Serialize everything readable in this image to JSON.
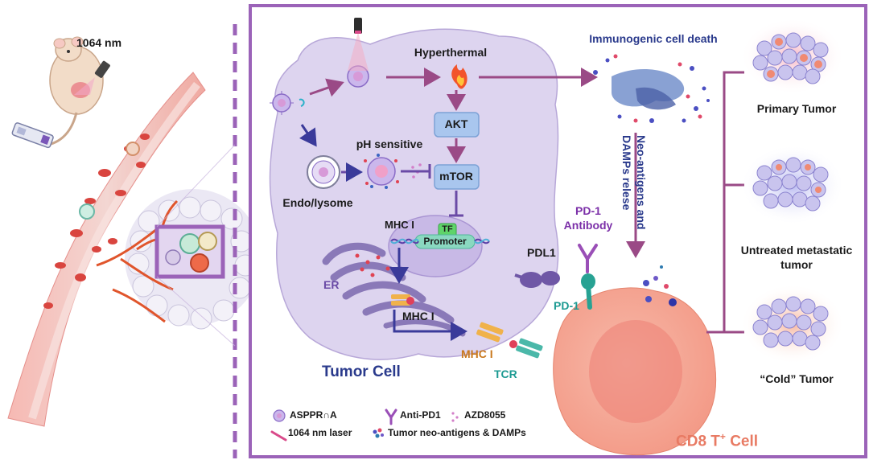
{
  "laser_wavelength": "1064 nm",
  "labels": {
    "hyperthermal": "Hyperthermal",
    "akt": "AKT",
    "ph_sensitive": "pH sensitive",
    "mtor": "mTOR",
    "endo_lysome": "Endo/lysome",
    "mhc1_nucleus": "MHC I",
    "tf": "TF",
    "promoter": "Promoter",
    "er": "ER",
    "mhc1_er": "MHC I",
    "mhc1_synapse": "MHC I",
    "tumor_cell": "Tumor Cell",
    "pdl1": "PDL1",
    "pd1_antibody_line1": "PD-1",
    "pd1_antibody_line2": "Antibody",
    "pd1": "PD-1",
    "tcr": "TCR",
    "icd": "Immunogenic cell death",
    "neo_line1": "Neo-antigens and",
    "neo_line2": "DAMPs relese",
    "cd8_main": "CD8 T",
    "cd8_sup": "+",
    "cd8_tail": " Cell",
    "primary_tumor": "Primary Tumor",
    "untreated_line1": "Untreated metastatic",
    "untreated_line2": "tumor",
    "cold_tumor": "“Cold” Tumor"
  },
  "legend": {
    "asppr": "ASPPR∩A",
    "anti_pd1": "Anti-PD1",
    "azd": "AZD8055",
    "laser": "1064 nm laser",
    "neo": "Tumor neo-antigens & DAMPs"
  },
  "colors": {
    "frame": "#9b63b8",
    "arrow": "#9a4a86",
    "cell_fill": "#ddd4ef",
    "tcell": "#f2a08e",
    "title_navy": "#2a3a8c",
    "accent_purple": "#7b2fa8"
  }
}
